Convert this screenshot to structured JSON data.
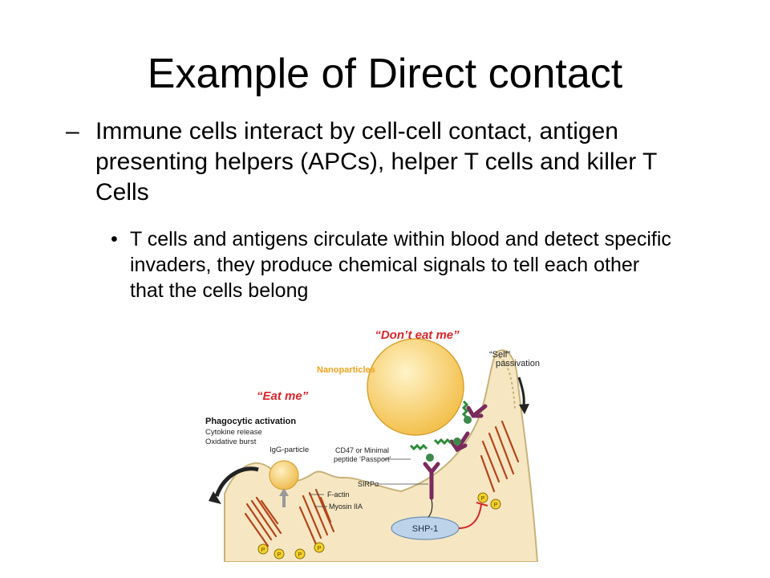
{
  "slide": {
    "title": "Example of Direct contact",
    "level1": {
      "marker": "–",
      "text": "Immune cells interact by cell-cell contact, antigen presenting helpers (APCs), helper T cells and killer T Cells"
    },
    "level2": {
      "marker": "•",
      "text": "T cells and antigens circulate within blood and detect specific invaders, they produce chemical signals to tell each other that the cells belong"
    }
  },
  "figure": {
    "labels": {
      "dont_eat_me": "“Don’t eat me”",
      "self": "“Self”",
      "passivation": "passivation",
      "nanoparticles": "Nanoparticles",
      "eat_me": "“Eat me”",
      "phagocytic_activation": "Phagocytic activation",
      "cytokine_release": "Cytokine release",
      "oxidative_burst": "Oxidative burst",
      "igg_particle": "IgG-particle",
      "cd47_line1": "CD47 or Minimal",
      "cd47_line2": "peptide ‘Passport’",
      "sirpa": "SIRPα",
      "f_actin": "F-actin",
      "myosin": "Myosin IIA",
      "shp1": "SHP-1",
      "phospho": "P"
    },
    "colors": {
      "red_label": "#d7262b",
      "orange_label": "#f0a21c",
      "cell_fill": "#f6e7c2",
      "cell_edge": "#c7b27a",
      "nanoparticle": "#f8d272",
      "receptor": "#7b2a5c",
      "cd47": "#2e8b3a",
      "actin": "#b5451b",
      "phospho_fill": "#f3d12a",
      "shp1_fill": "#bcd3ea",
      "arrow": "#222222"
    }
  }
}
